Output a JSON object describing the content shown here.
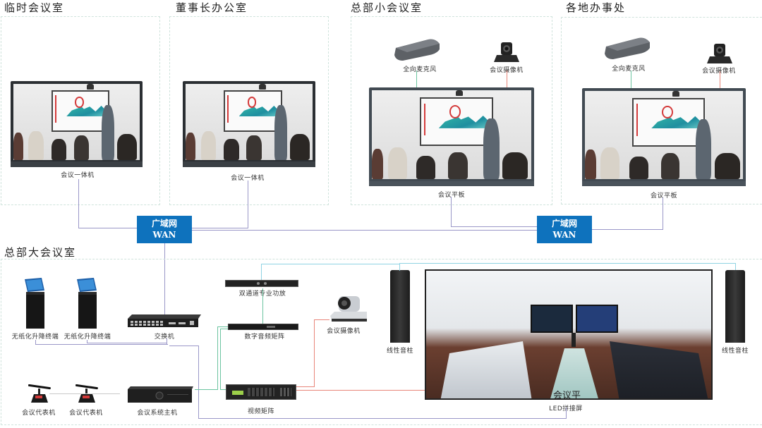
{
  "rooms": {
    "temp_meeting_room": {
      "title": "临时会议室",
      "device_label": "会议一体机"
    },
    "chairman_office": {
      "title": "董事长办公室",
      "device_label": "会议一体机"
    },
    "hq_small_meeting_room": {
      "title": "总部小会议室",
      "mic_label": "全向麦克风",
      "camera_label": "会议摄像机",
      "device_label": "会议平板"
    },
    "branch_offices": {
      "title": "各地办事处",
      "mic_label": "全向麦克风",
      "camera_label": "会议摄像机",
      "device_label": "会议平板"
    },
    "hq_large_meeting_room": {
      "title": "总部大会议室",
      "paperless_terminal_1": "无纸化升降终端",
      "paperless_terminal_2": "无纸化升降终端",
      "switch": "交换机",
      "amplifier": "双通道专业功放",
      "audio_matrix": "数字音频矩阵",
      "camera": "会议摄像机",
      "speaker_left": "线性音柱",
      "speaker_right": "线性音柱",
      "delegate_unit_1": "会议代表机",
      "delegate_unit_2": "会议代表机",
      "conference_host": "会议系统主机",
      "video_matrix": "视频矩阵",
      "led_wall": "LED拼接屏",
      "led_overlay_text": "会议平"
    }
  },
  "wan_nodes": [
    {
      "line1": "广域网",
      "line2": "WAN"
    },
    {
      "line1": "广域网",
      "line2": "WAN"
    }
  ],
  "colors": {
    "wan_blue": "#0e72bd",
    "network_line": "#9a97c8",
    "audio_line": "#6cc4a0",
    "video_line": "#e8857a",
    "speaker_line": "#8fd3e3",
    "dashed_border": "#cfe3dc"
  }
}
